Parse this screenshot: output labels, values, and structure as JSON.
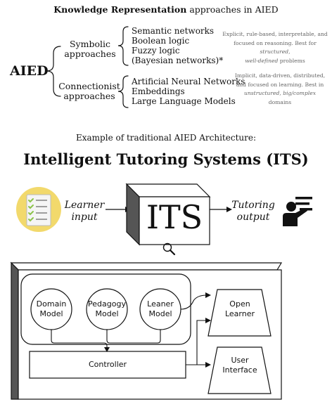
{
  "header": {
    "title_bold": "Knowledge Representation",
    "title_rest": " approaches in AIED"
  },
  "taxonomy": {
    "root": "AIED",
    "symbolic": {
      "label_line1": "Symbolic",
      "label_line2": "approaches",
      "items": [
        "Semantic networks",
        "Boolean logic",
        "Fuzzy logic",
        "(Bayesian networks)*"
      ],
      "description": {
        "line1": "Explicit, rule-based, interpretable, and",
        "line2": "focused on reasoning. Best for ",
        "line2_em": "structured,",
        "line3_em": "well-defined",
        "line3": " problems"
      }
    },
    "connectionist": {
      "label_line1": "Connectionist",
      "label_line2": "approaches",
      "items": [
        "Artificial Neural Networks",
        "Embeddings",
        "Large Language Models"
      ],
      "description": {
        "line1": "Implicit, data-driven, distributed,",
        "line2": "and focused on learning. Best in",
        "line3_em": "unstructured, big/complex",
        "line4": "domains"
      }
    }
  },
  "example_caption": "Example of traditional AIED Architecture:",
  "its_title": "Intelligent Tutoring Systems (ITS)",
  "flow": {
    "input_line1": "Learner",
    "input_line2": "input",
    "cube_label": "ITS",
    "output_line1": "Tutoring",
    "output_line2": "output"
  },
  "architecture": {
    "models": [
      {
        "line1": "Domain",
        "line2": "Model"
      },
      {
        "line1": "Pedagogy",
        "line2": "Model"
      },
      {
        "line1": "Leaner",
        "line2": "Model"
      }
    ],
    "controller": "Controller",
    "open_learner": {
      "line1": "Open",
      "line2": "Learner"
    },
    "user_interface": {
      "line1": "User",
      "line2": "Interface"
    }
  },
  "icons": {
    "checklist": "checklist-icon",
    "presenter": "presenter-icon",
    "magnifier": "magnifier-icon"
  },
  "colors": {
    "checklist_circle": "#f2d96c",
    "checklist_check": "#8bc34a",
    "checklist_paper": "#f5f5f5",
    "ink": "#111111",
    "muted": "#666666"
  }
}
